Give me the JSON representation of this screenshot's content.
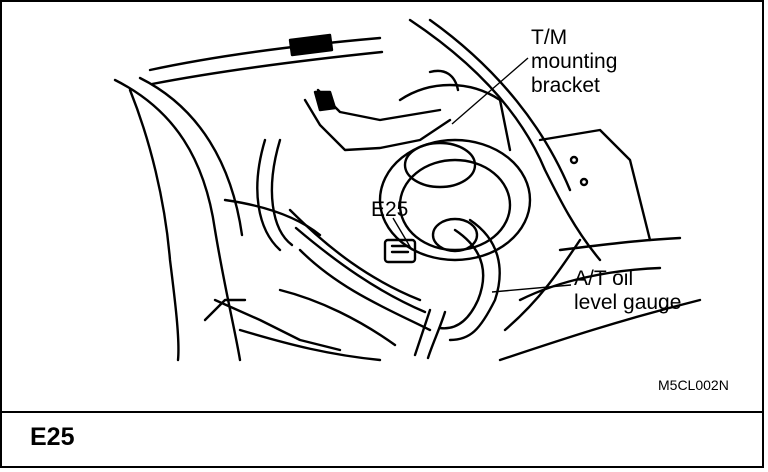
{
  "callouts": {
    "bracket": [
      "T/M",
      "mounting",
      "bracket"
    ],
    "connector": "E25",
    "gauge": [
      "A/T oil",
      "level gauge"
    ]
  },
  "figure_code": "M5CL002N",
  "figure_title": "E25"
}
